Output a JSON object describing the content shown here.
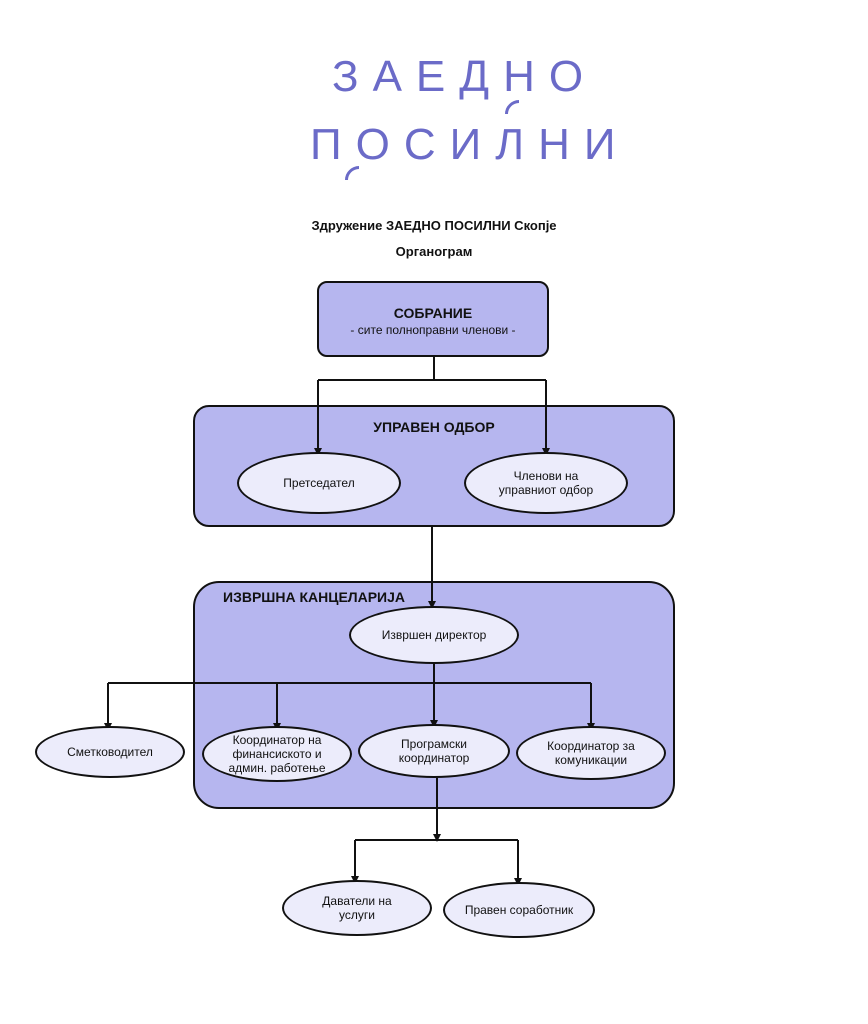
{
  "logo": {
    "line1": "ЗАЕДНО",
    "line2": "ПОСИЛНИ",
    "color": "#6b6bc8"
  },
  "heading": {
    "title": "Здружение ЗАЕДНО ПОСИЛНИ Скопје",
    "subtitle": "Органограм"
  },
  "org": {
    "sobranie": {
      "title": "СОБРАНИЕ",
      "subtitle": "- сите полноправни членови -"
    },
    "upraven_odbor": {
      "title": "УПРАВЕН ОДБОР",
      "president": "Претседател",
      "members": "Членови на управниот одбор"
    },
    "izvrshna": {
      "title": "ИЗВРШНА КАНЦЕЛАРИЈА",
      "director": "Извршен директор",
      "finance": "Координатор на финансиското и админ. работење",
      "program": "Програмски координатор",
      "communications": "Координатор за комуникации"
    },
    "accountant": "Сметководител",
    "service_providers": "Даватели на услуги",
    "legal": "Правен соработник"
  },
  "colors": {
    "box_fill": "#b6b6ef",
    "ellipse_fill": "#ececfb",
    "line": "#111111"
  }
}
